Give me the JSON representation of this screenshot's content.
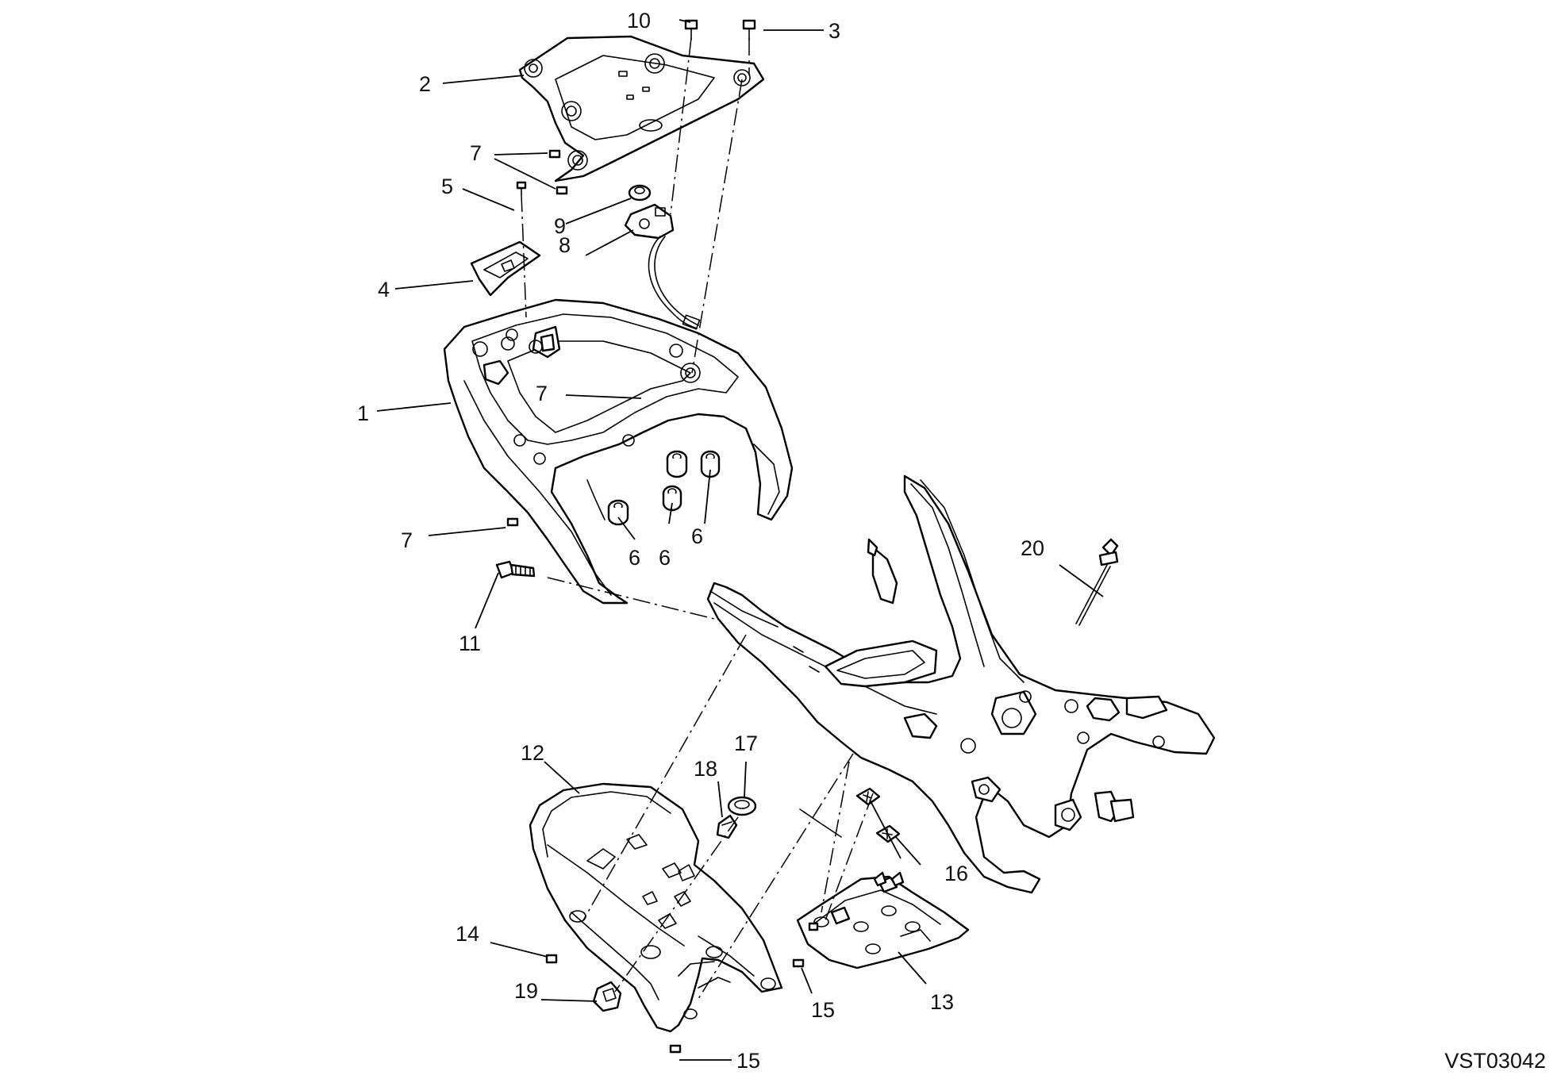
{
  "drawing": {
    "code": "VST03042",
    "callouts": [
      {
        "label": "1",
        "part": "rear-subframe"
      },
      {
        "label": "2",
        "part": "luggage-plate"
      },
      {
        "label": "3",
        "part": "screw"
      },
      {
        "label": "4",
        "part": "cover"
      },
      {
        "label": "5",
        "part": "screw"
      },
      {
        "label": "6",
        "part": "rubber-bush"
      },
      {
        "label": "6",
        "part": "rubber-bush"
      },
      {
        "label": "6",
        "part": "rubber-bush"
      },
      {
        "label": "7",
        "part": "screw"
      },
      {
        "label": "7",
        "part": "screw"
      },
      {
        "label": "7",
        "part": "screw"
      },
      {
        "label": "8",
        "part": "seat-lock"
      },
      {
        "label": "9",
        "part": "spacer"
      },
      {
        "label": "10",
        "part": "screw"
      },
      {
        "label": "11",
        "part": "bolt"
      },
      {
        "label": "12",
        "part": "undertail-cover"
      },
      {
        "label": "13",
        "part": "lower-cover"
      },
      {
        "label": "14",
        "part": "nut"
      },
      {
        "label": "15",
        "part": "screw"
      },
      {
        "label": "15",
        "part": "screw"
      },
      {
        "label": "16",
        "part": "clip"
      },
      {
        "label": "17",
        "part": "grommet"
      },
      {
        "label": "18",
        "part": "clip"
      },
      {
        "label": "19",
        "part": "connector"
      },
      {
        "label": "20",
        "part": "cable-tie"
      }
    ]
  }
}
